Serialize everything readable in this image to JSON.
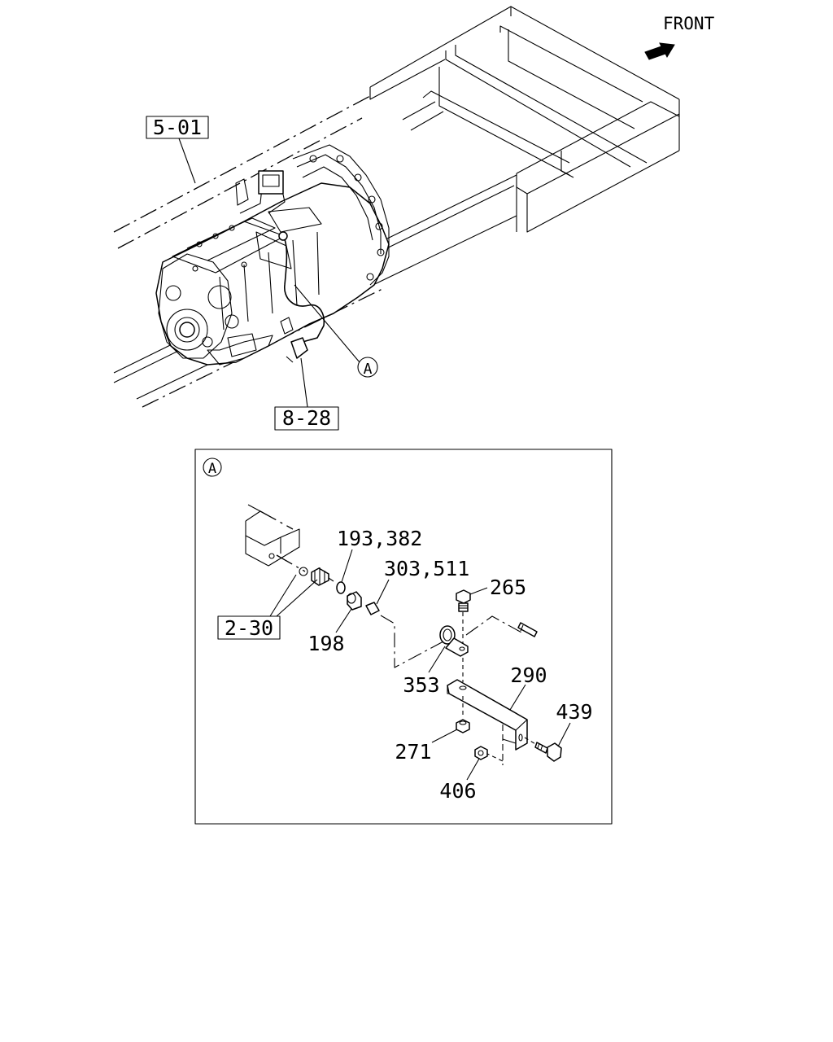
{
  "direction_label": "FRONT",
  "ref_boxes": {
    "top_left": "5-01",
    "bottom": "8-28",
    "detail": "2-30"
  },
  "detail_marker": "A",
  "part_numbers": {
    "p193": "193,382",
    "p303": "303,511",
    "p265": "265",
    "p198": "198",
    "p353": "353",
    "p290": "290",
    "p439": "439",
    "p271": "271",
    "p406": "406"
  }
}
